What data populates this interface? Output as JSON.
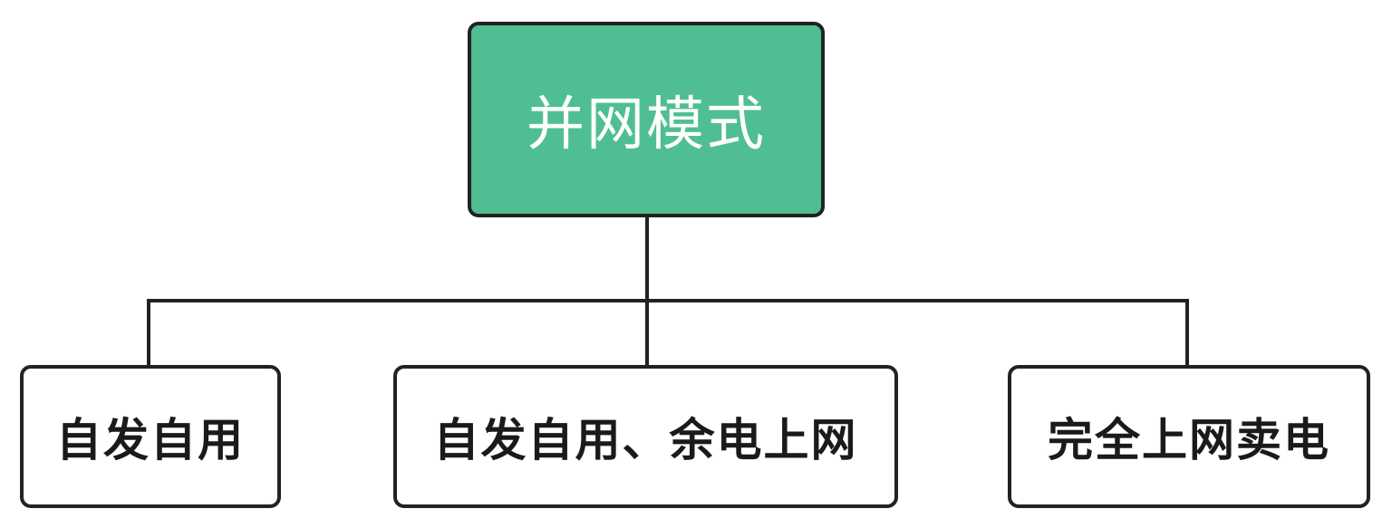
{
  "diagram": {
    "root": {
      "label": "并网模式",
      "fill": "#4fbf93"
    },
    "children": [
      {
        "label": "自发自用"
      },
      {
        "label": "自发自用、余电上网"
      },
      {
        "label": "完全上网卖电"
      }
    ]
  }
}
